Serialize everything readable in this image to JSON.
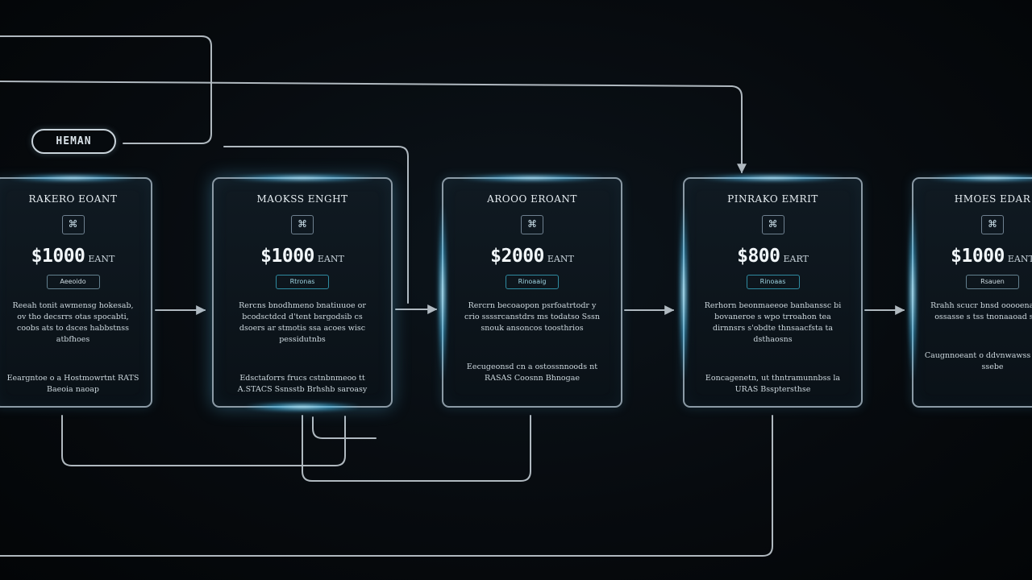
{
  "label_pill": "HEMAN",
  "accent_color": "#5fc8f0",
  "line_color": "#c3ccd3",
  "cards": [
    {
      "title": "RAKERO EOANT",
      "icon": "grid-icon",
      "price": "$1000",
      "unit": "EANT",
      "button": "Aeeoido",
      "desc": "Reeah tonit awmensg hokesab, ov tho decsrrs otas spocabti, coobs ats to dsces habbstnss atbfhoes",
      "foot": "Eeargntoe o a Hostmowrtnt RATS Baeoia naoap"
    },
    {
      "title": "MAOKSS ENGHT",
      "icon": "grid-icon",
      "price": "$1000",
      "unit": "EANT",
      "button": "Rtronas",
      "desc": "Rercns bnodhmeno bnatiuuoe or bcodsctdcd d'tent bsrgodsib cs dsoers ar stmotis ssa acoes wisc pessidutnbs",
      "foot": "Edsctaforrs frucs cstnbnmeoo tt A.STACS Ssnsstb Brhshb saroasy"
    },
    {
      "title": "AROOO EROANT",
      "icon": "grid-icon",
      "price": "$2000",
      "unit": "EANT",
      "button": "Rinoaaig",
      "desc": "Rercrn becoaopon psrfoatrtodr y crio ssssrcanstdrs ms todatso Sssn snouk ansoncos toosthrios",
      "foot": "Eecugeonsd cn a ostossnnoods nt RASAS Coosnn Bhnogae"
    },
    {
      "title": "PINRAKO EMRIT",
      "icon": "grid-icon",
      "price": "$800",
      "unit": "EART",
      "button": "Rinoaas",
      "desc": "Rerhorn beonmaeeoe banbanssc bi bovaneroe s wpo trroahon tea dirnnsrs s'obdte thnsaacfsta ta dsthaosns",
      "foot": "Eoncagenetn, ut thntramunnbss la URAS Bssptersthse"
    },
    {
      "title": "HMOES EDAR",
      "icon": "grid-icon",
      "price": "$1000",
      "unit": "EANT",
      "button": "Rsauen",
      "desc": "Rrahh scucr bnsd ooooenaa woi ossasse s tss tnonaaoad ssoes",
      "foot": "Caugnnoeant o ddvnwawss Etaobe ssebe"
    }
  ]
}
